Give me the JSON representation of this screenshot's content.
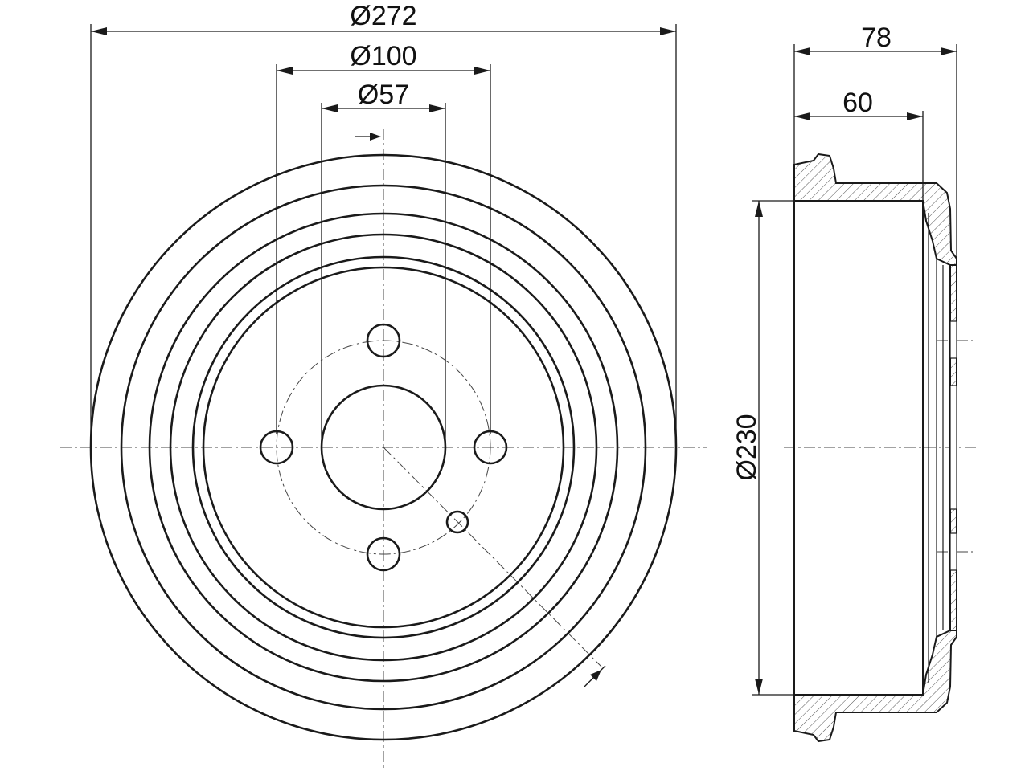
{
  "dimensions": {
    "outer_diameter": "Ø272",
    "bolt_circle_diameter": "Ø100",
    "center_bore_diameter": "Ø57",
    "inner_drum_diameter": "Ø230",
    "total_height": "78",
    "inner_depth": "60"
  },
  "colors": {
    "line": "#1a1a1a",
    "background": "#ffffff"
  }
}
